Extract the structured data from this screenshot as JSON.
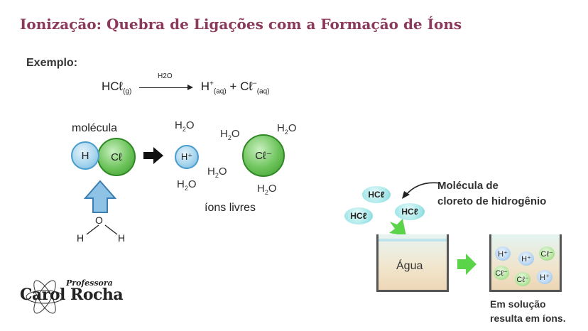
{
  "title": "Ionização: Quebra de Ligações com a Formação de Íons",
  "example_label": "Exemplo:",
  "equation": {
    "reactant": "HCℓ",
    "reactant_state": "(g)",
    "over_arrow": "H2O",
    "product1": "H",
    "product1_charge": "+",
    "product1_state": "(aq)",
    "plus": "+",
    "product2": "Cℓ",
    "product2_charge": "−",
    "product2_state": "(aq)"
  },
  "molecule_label": "molécula",
  "molecule_atoms": [
    "H",
    "Cℓ"
  ],
  "water_formula": "H",
  "water_sub": "2",
  "water_o": "O",
  "water_molecule_atoms": [
    "O",
    "H",
    "H"
  ],
  "ions": {
    "hydrogen": "H⁺",
    "chloride": "Cℓ⁻"
  },
  "free_ions_label": "íons livres",
  "hcl_chip": "HCℓ",
  "note_lines": [
    "Molécula de",
    "cloreto de hidrogênio"
  ],
  "beaker_water_label": "Água",
  "result_lines": [
    "Em solução",
    "resulta em íons."
  ],
  "solution_ions": [
    "H⁺",
    "H⁺",
    "Cℓ⁻",
    "Cℓ⁻",
    "Cℓ⁻",
    "H⁺"
  ],
  "logo": {
    "subtitle": "Professora",
    "name": "Carol Rocha"
  },
  "colors": {
    "title": "#8c3a5c",
    "blue_atom": "#6fb4dc",
    "green_atom": "#3c9a2e",
    "arrow_green": "#5bd44a"
  }
}
